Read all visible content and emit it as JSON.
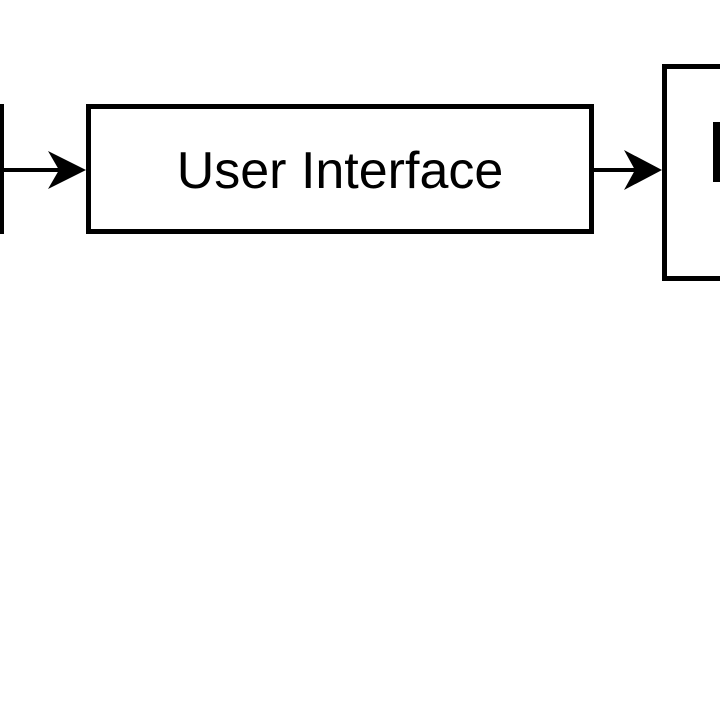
{
  "page": {
    "background": "#ffffff"
  },
  "diagram": {
    "type": "flowchart",
    "orientation": "left-to-right",
    "stroke_color": "#000000",
    "node_fill": "#ffffff",
    "text_color": "#000000",
    "nodes": [
      {
        "id": "left-offscreen-box",
        "label": "",
        "visibility": "right-edge-only"
      },
      {
        "id": "user-interface-box",
        "label": "User Interface",
        "visibility": "full"
      },
      {
        "id": "right-offscreen-box",
        "label": "",
        "visibility": "left-portion-with-partial-first-letter"
      }
    ],
    "edges": [
      {
        "from": "left-offscreen-box",
        "to": "user-interface-box",
        "arrowhead": "stealth-right"
      },
      {
        "from": "user-interface-box",
        "to": "right-offscreen-box",
        "arrowhead": "stealth-right"
      }
    ]
  }
}
